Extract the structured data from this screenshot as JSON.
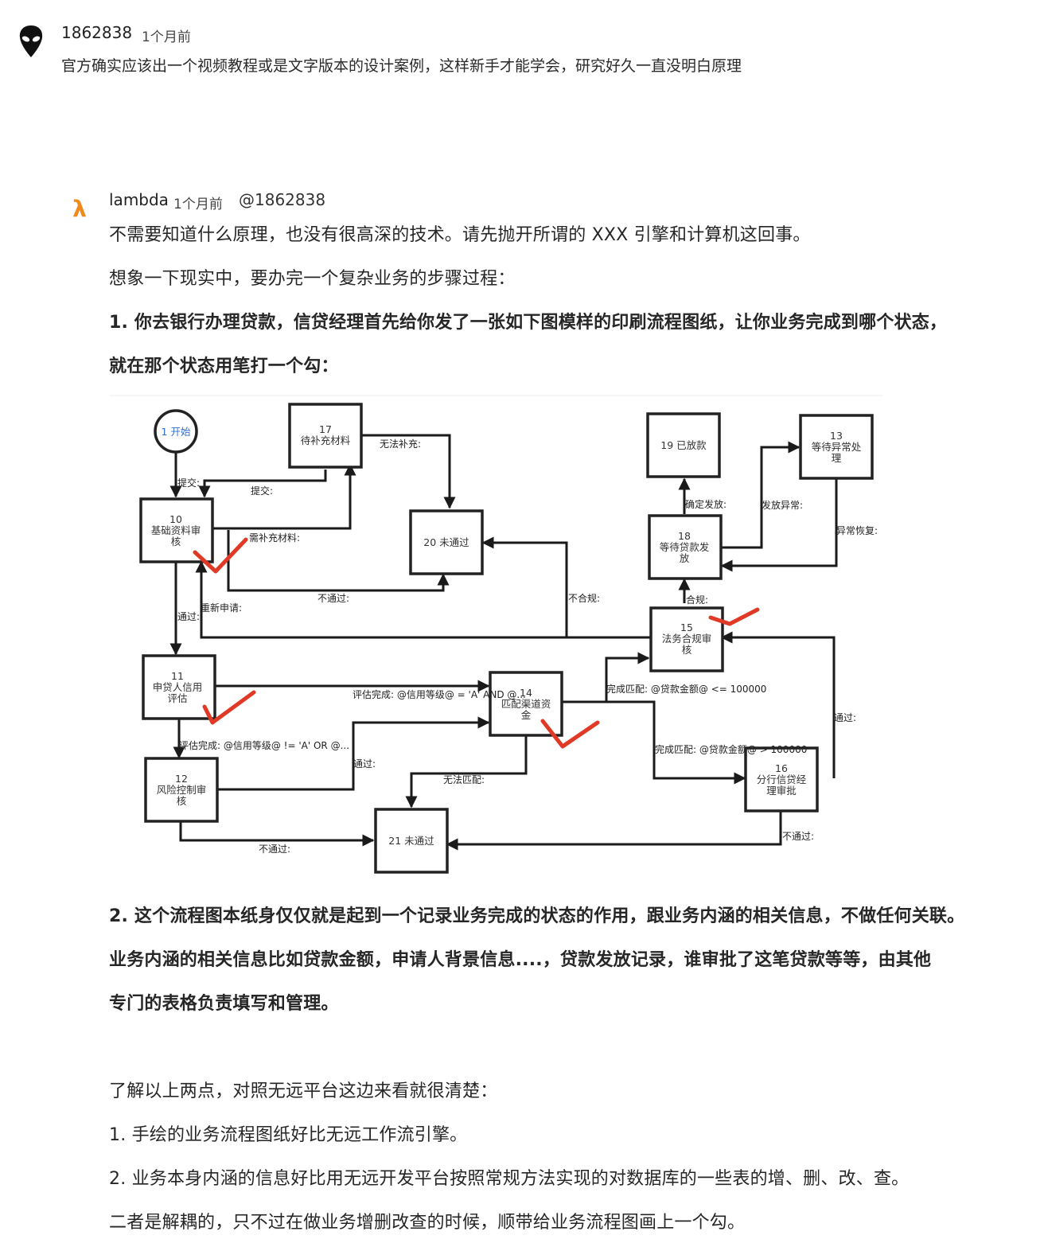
{
  "comment1": {
    "username": "1862838",
    "time": "1个月前",
    "text": "官方确实应该出一个视频教程或是文字版本的设计案例，这样新手才能学会，研究好久一直没明白原理"
  },
  "reply": {
    "username": "lambda",
    "time": "1个月前",
    "mention": "@1862838",
    "avatar_glyph": "λ",
    "p1": "不需要知道什么原理，也没有很高深的技术。请先抛开所谓的 XXX 引擎和计算机这回事。",
    "p2": "想象一下现实中，要办完一个复杂业务的步骤过程：",
    "p3a": "1. 你去银行办理贷款，信贷经理首先给你发了一张如下图模样的印刷流程图纸，让你业务完成到哪个状态，",
    "p3b": "就在那个状态用笔打一个勾：",
    "p4a": "2. 这个流程图本纸身仅仅就是起到一个记录业务完成的状态的作用，跟业务内涵的相关信息，不做任何关联。",
    "p4b": "业务内涵的相关信息比如贷款金额，申请人背景信息....，贷款发放记录，谁审批了这笔贷款等等，由其他",
    "p4c": "专门的表格负责填写和管理。",
    "p5": "了解以上两点，对照无远平台这边来看就很清楚：",
    "p6": "1. 手绘的业务流程图纸好比无远工作流引擎。",
    "p7": "2. 业务本身内涵的信息好比用无远开发平台按照常规方法实现的对数据库的一些表的增、删、改、查。",
    "p8": "二者是解耦的，只不过在做业务增删改查的时候，顺带给业务流程图画上一个勾。"
  },
  "flowchart": {
    "start": "1 开始",
    "n10": [
      "10",
      "基础资料审",
      "核"
    ],
    "n11": [
      "11",
      "申贷人信用",
      "评估"
    ],
    "n12": [
      "12",
      "风险控制审",
      "核"
    ],
    "n13": [
      "13",
      "等待异常处",
      "理"
    ],
    "n14": [
      "14",
      "匹配渠道资",
      "金"
    ],
    "n15": [
      "15",
      "法务合规审",
      "核"
    ],
    "n16": [
      "16",
      "分行信贷经",
      "理审批"
    ],
    "n17": [
      "17",
      "待补充材料"
    ],
    "n18": [
      "18",
      "等待贷款发",
      "放"
    ],
    "n19": "19 已放款",
    "n20": "20 未通过",
    "n21": "21 未通过",
    "e_submit1": "提交:",
    "e_submit2": "提交:",
    "e_cannot_supply": "无法补充:",
    "e_need_supply": "需补充材料:",
    "e_reject1": "不通过:",
    "e_reapply": "重新申请:",
    "e_pass1": "通过:",
    "e_noncompliant": "不合规:",
    "e_confirm_release": "确定发放:",
    "e_release_error": "发放异常:",
    "e_error_recover": "异常恢复:",
    "e_compliant": "合规:",
    "e_eval_done_a": "评估完成: @信用等级@ = 'A' AND @...",
    "e_eval_done_b": "评估完成: @信用等级@ != 'A' OR @...",
    "e_match_small": "完成匹配: @贷款金额@ <= 100000",
    "e_match_large": "完成匹配: @贷款金额@ > 100000",
    "e_pass2": "通过:",
    "e_pass3": "通过:",
    "e_no_match": "无法匹配:",
    "e_reject2": "不通过:",
    "e_reject3": "不通过:"
  }
}
